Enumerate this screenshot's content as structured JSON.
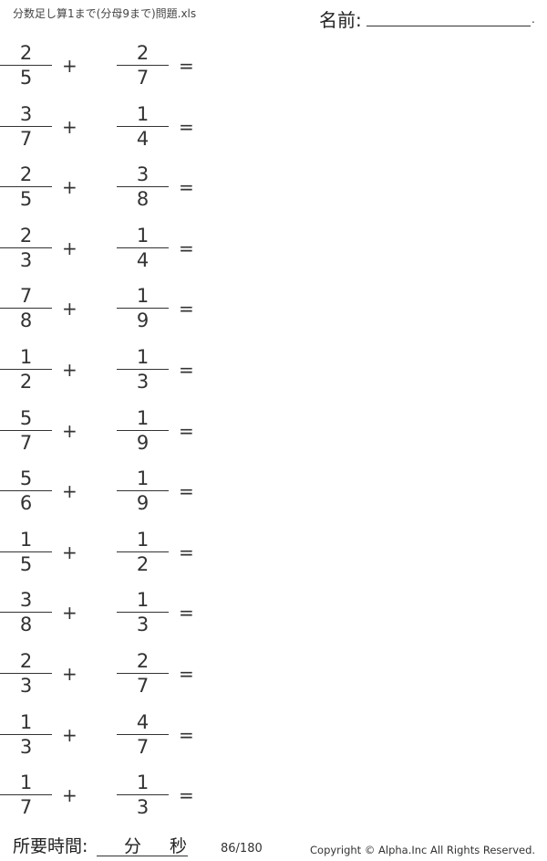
{
  "header": {
    "title": "分数足し算1まで(分母9まで)問題.xls",
    "name_label": "名前:",
    "name_end": "."
  },
  "problems": [
    {
      "a_num": "2",
      "a_den": "5",
      "b_num": "2",
      "b_den": "7"
    },
    {
      "a_num": "3",
      "a_den": "7",
      "b_num": "1",
      "b_den": "4"
    },
    {
      "a_num": "2",
      "a_den": "5",
      "b_num": "3",
      "b_den": "8"
    },
    {
      "a_num": "2",
      "a_den": "3",
      "b_num": "1",
      "b_den": "4"
    },
    {
      "a_num": "7",
      "a_den": "8",
      "b_num": "1",
      "b_den": "9"
    },
    {
      "a_num": "1",
      "a_den": "2",
      "b_num": "1",
      "b_den": "3"
    },
    {
      "a_num": "5",
      "a_den": "7",
      "b_num": "1",
      "b_den": "9"
    },
    {
      "a_num": "5",
      "a_den": "6",
      "b_num": "1",
      "b_den": "9"
    },
    {
      "a_num": "1",
      "a_den": "5",
      "b_num": "1",
      "b_den": "2"
    },
    {
      "a_num": "3",
      "a_den": "8",
      "b_num": "1",
      "b_den": "3"
    },
    {
      "a_num": "2",
      "a_den": "3",
      "b_num": "2",
      "b_den": "7"
    },
    {
      "a_num": "1",
      "a_den": "3",
      "b_num": "4",
      "b_den": "7"
    },
    {
      "a_num": "1",
      "a_den": "7",
      "b_num": "1",
      "b_den": "3"
    }
  ],
  "operators": {
    "plus": "+",
    "equals": "="
  },
  "footer": {
    "time_label": "所要時間:",
    "minutes": "分",
    "seconds": "秒",
    "page": "86/180",
    "copyright": "Copyright ©  Alpha.Inc All Rights Reserved."
  }
}
